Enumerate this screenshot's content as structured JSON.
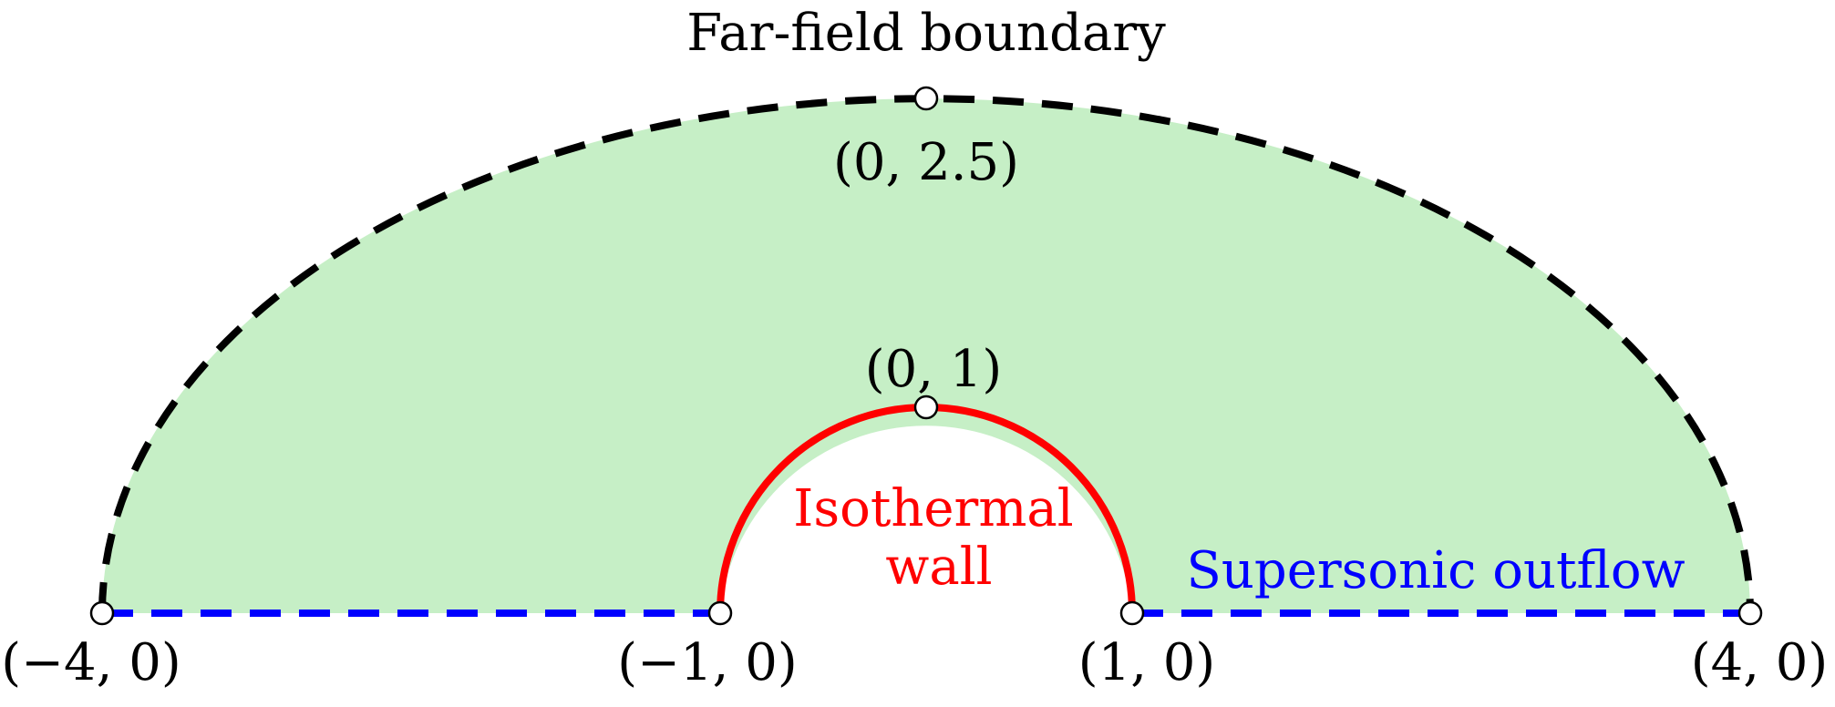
{
  "diagram": {
    "colors": {
      "domain_fill": "#c6efc6",
      "far_field": "#000000",
      "wall": "#ff0000",
      "outflow": "#0000ff",
      "point_fill": "#ffffff"
    },
    "far_field_label": "Far-field boundary",
    "wall_label_line1": "Isothermal",
    "wall_label_line2": "wall",
    "outflow_label": "Supersonic outflow",
    "points": [
      {
        "id": "p-neg4",
        "label": "(−4, 0)",
        "x": -4,
        "y": 0
      },
      {
        "id": "p-neg1",
        "label": "(−1, 0)",
        "x": -1,
        "y": 0
      },
      {
        "id": "p-pos1",
        "label": "(1, 0)",
        "x": 1,
        "y": 0
      },
      {
        "id": "p-pos4",
        "label": "(4, 0)",
        "x": 4,
        "y": 0
      },
      {
        "id": "p-top-inner",
        "label": "(0, 1)",
        "x": 0,
        "y": 1
      },
      {
        "id": "p-top-outer",
        "label": "(0, 2.5)",
        "x": 0,
        "y": 2.5
      }
    ]
  }
}
